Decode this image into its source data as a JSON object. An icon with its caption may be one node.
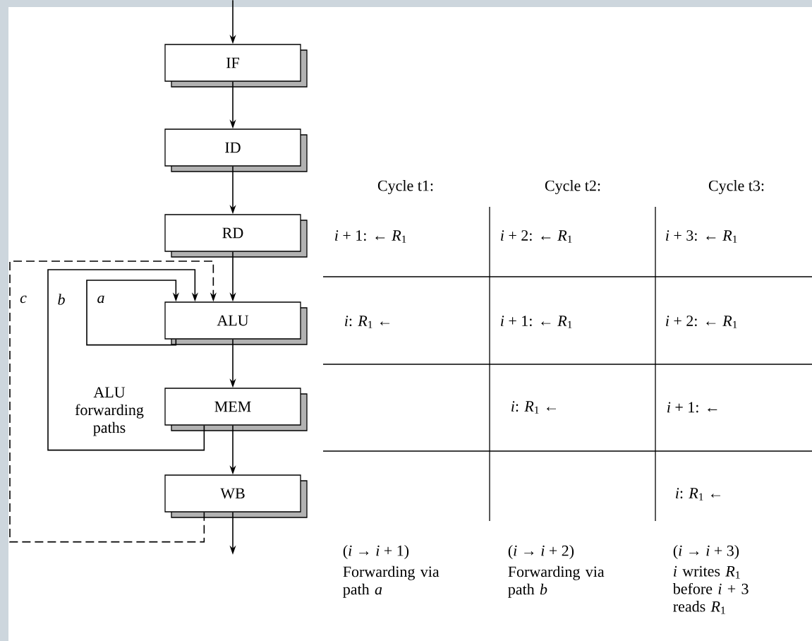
{
  "diagram": {
    "nodes": [
      {
        "text": [
          "IF"
        ]
      },
      {
        "text": [
          "ID"
        ]
      },
      {
        "text": [
          "RD"
        ]
      },
      {
        "text": [
          "ALU"
        ]
      },
      {
        "text": [
          "MEM"
        ]
      },
      {
        "text": [
          "WB"
        ]
      }
    ],
    "edges": [
      {
        "from": null,
        "to": 0,
        "arrow": "to"
      },
      {
        "from": 0,
        "to": 1,
        "arrow": "to"
      },
      {
        "from": 1,
        "to": 2,
        "arrow": "to"
      },
      {
        "from": 2,
        "to": 3,
        "arrow": "to"
      },
      {
        "from": 3,
        "to": 4,
        "arrow": "to"
      },
      {
        "from": 4,
        "to": 5,
        "arrow": "to"
      },
      {
        "from": 5,
        "to": null,
        "arrow": "to"
      },
      {
        "from": 3,
        "to": 3,
        "arrow": "to",
        "label": "a"
      },
      {
        "from": 4,
        "to": 3,
        "arrow": "to",
        "label": "b"
      },
      {
        "from": 5,
        "to": 3,
        "arrow": "to",
        "label": "c",
        "style": "dashed"
      }
    ],
    "labels": [
      "ALU forwarding paths",
      "Cycle t1:",
      "Cycle t2:",
      "Cycle t3:",
      "*i* + 1: ← *R*$_{1}$",
      "*i* + 2: ← *R*$_{1}$",
      "*i* + 3: ← *R*$_{1}$",
      "*i*: *R*$_{1}$ ←",
      "*i* + 1: ← *R*$_{1}$",
      "*i* + 2: ← *R*$_{1}$",
      "*i*: *R*$_{1}$ ←",
      "*i* + 1: ←",
      "*i*: *R*$_{1}$ ←",
      "(*i* → *i* + 1)",
      "Forwarding via path *a*",
      "(*i* → *i* + 2)",
      "Forwarding via path *b*",
      "(*i* → *i* + 3)",
      "*i* writes *R*$_{1}$ before *i* + 3 reads *R*$_{1}$"
    ]
  }
}
